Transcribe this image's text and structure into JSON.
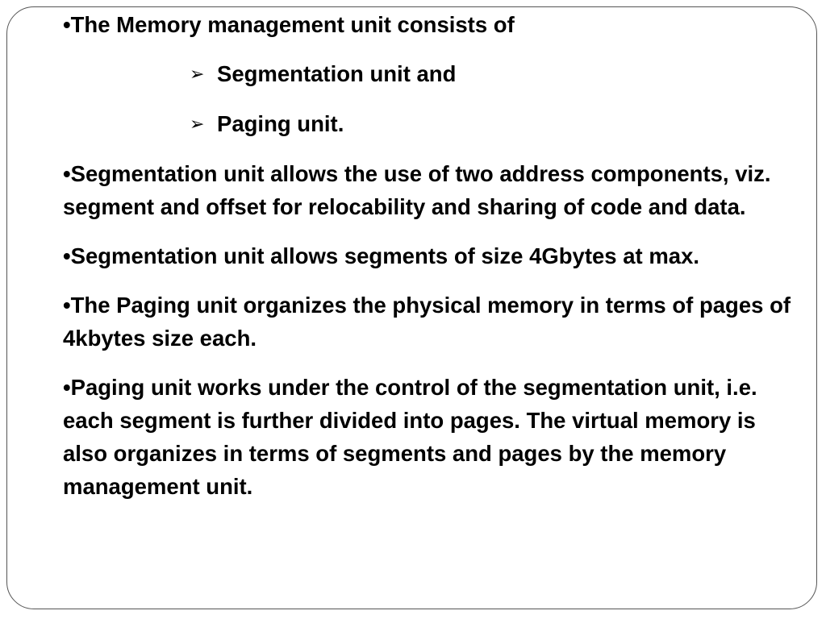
{
  "slide": {
    "intro": "•The Memory management unit consists of",
    "sub_items": [
      {
        "bullet": "➢",
        "text": "Segmentation unit and"
      },
      {
        "bullet": "➢",
        "text": "Paging unit."
      }
    ],
    "paragraphs": [
      "•Segmentation unit allows the use of two address components, viz. segment and offset for relocability and sharing of code and data.",
      "•Segmentation unit allows segments of size 4Gbytes at max.",
      "•The Paging unit organizes the physical memory in terms of pages of 4kbytes size each.",
      "•Paging unit works under the control of the segmentation unit, i.e. each segment is further divided into pages. The virtual memory is also organizes in terms of segments and pages by the memory management unit."
    ]
  }
}
